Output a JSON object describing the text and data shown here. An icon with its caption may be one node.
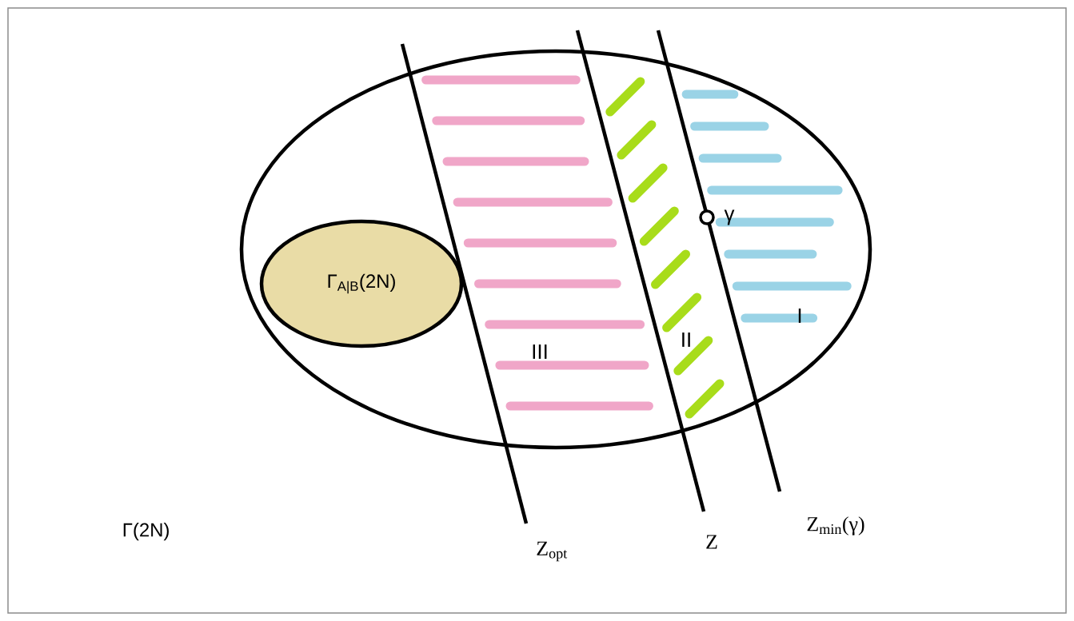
{
  "diagram": {
    "nodes": [
      {
        "text": [
          "Γ(2N)"
        ]
      },
      {
        "text": [],
        "shape": "ellipse",
        "in": 0
      },
      {
        "text": [
          "Γ$_{A|B}$(2N)"
        ],
        "in": 1
      }
    ],
    "labels": [
      "III",
      "II",
      "I",
      "γ",
      "Z$_{opt}$",
      "Z",
      "Z$_{min}$(γ)"
    ]
  }
}
